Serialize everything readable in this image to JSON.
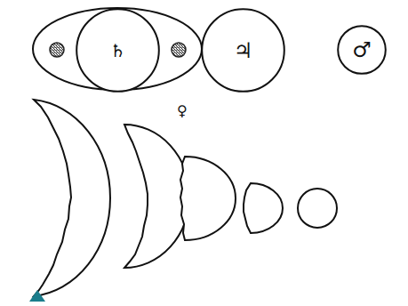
{
  "diagram": {
    "nodes": [
      {
        "text": [
          "♄"
        ]
      },
      {
        "text": [
          "♃"
        ]
      },
      {
        "text": [
          "♂"
        ]
      }
    ],
    "labels": [
      "♀"
    ]
  }
}
